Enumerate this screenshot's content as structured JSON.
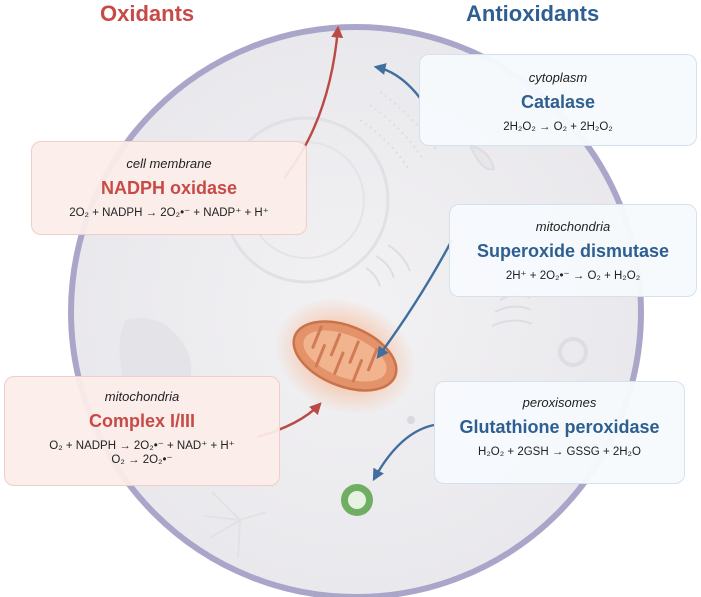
{
  "headings": {
    "oxidants": "Oxidants",
    "antioxidants": "Antioxidants"
  },
  "oxidants": [
    {
      "location": "cell membrane",
      "name": "NADPH oxidase",
      "equations": [
        "2O₂ + NADPH → 2O₂•⁻ + NADP⁺ + H⁺"
      ]
    },
    {
      "location": "mitochondria",
      "name": "Complex I/III",
      "equations": [
        "O₂ + NADPH → 2O₂•⁻ + NAD⁺ + H⁺",
        "O₂ → 2O₂•⁻"
      ]
    }
  ],
  "antioxidants": [
    {
      "location": "cytoplasm",
      "name": "Catalase",
      "equations": [
        "2H₂O₂ → O₂ + 2H₂O₂"
      ]
    },
    {
      "location": "mitochondria",
      "name": "Superoxide dismutase",
      "equations": [
        "2H⁺ + 2O₂•⁻ → O₂ + H₂O₂"
      ]
    },
    {
      "location": "peroxisomes",
      "name": "Glutathione peroxidase",
      "equations": [
        "H₂O₂ + 2GSH → GSSG + 2H₂O"
      ]
    }
  ],
  "colors": {
    "oxidant": "#c74a47",
    "antioxidant": "#2f5f90",
    "cell_membrane": "#a9a6c9",
    "cytoplasm": "#efeef1",
    "mitochondrion": "#e3926a",
    "peroxisome": "#6fae63"
  }
}
